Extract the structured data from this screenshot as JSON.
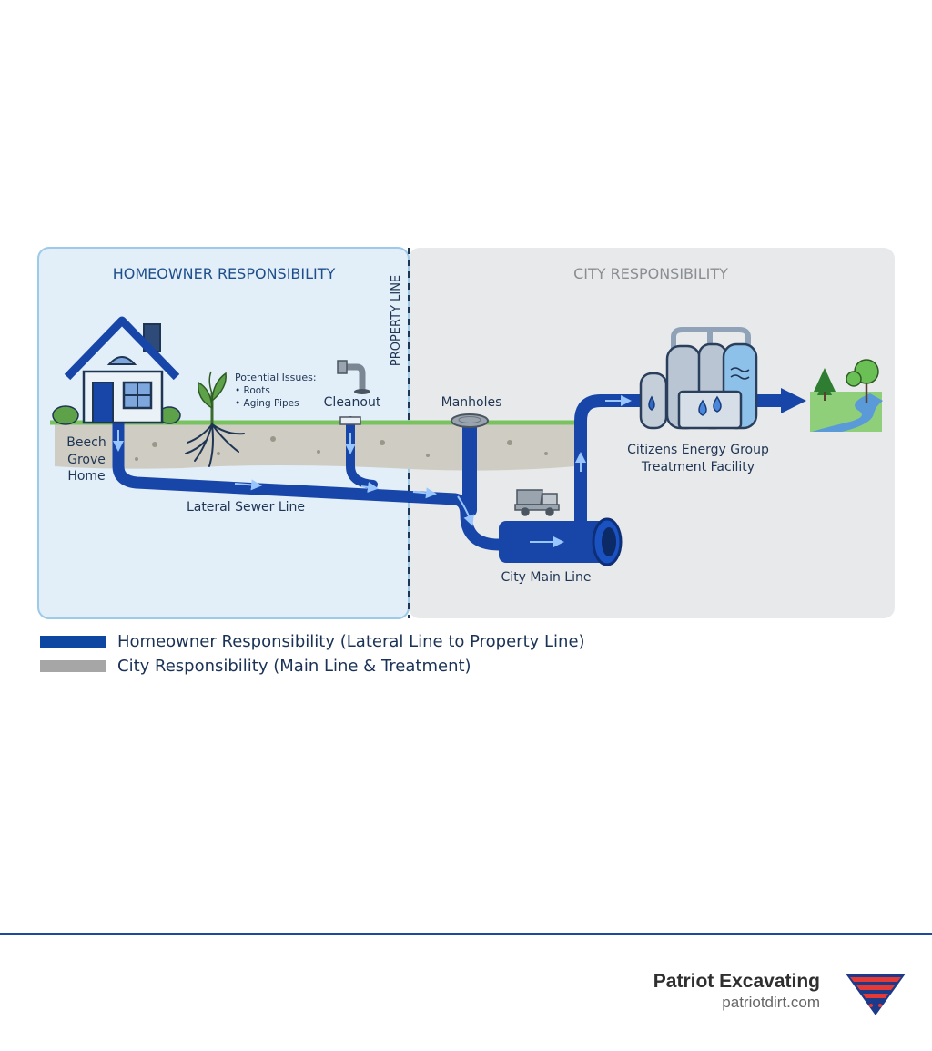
{
  "sections": {
    "homeowner_title": "HOMEOWNER RESPONSIBILITY",
    "city_title": "CITY RESPONSIBILITY",
    "property_line": "PROPERTY LINE"
  },
  "labels": {
    "home_line1": "Beech",
    "home_line2": "Grove",
    "home_line3": "Home",
    "issues_title": "Potential Issues:",
    "issue_roots": "• Roots",
    "issue_pipes": "• Aging Pipes",
    "cleanout": "Cleanout",
    "manholes": "Manholes",
    "lateral": "Lateral Sewer Line",
    "main_line": "City Main Line",
    "treatment_line1": "Citizens Energy Group",
    "treatment_line2": "Treatment Facility"
  },
  "legend": [
    {
      "label": "Homeowner Responsibility (Lateral Line to Property Line)",
      "color": "#0d47a1"
    },
    {
      "label": "City Responsibility (Main Line & Treatment)",
      "color": "#a6a6a6"
    }
  ],
  "brand": {
    "name": "Patriot Excavating",
    "url": "patriotdirt.com"
  },
  "colors": {
    "pipe": "#1746a8",
    "homeowner_bg": "#e2eef8",
    "city_bg": "#e8e9ea",
    "title_blue": "#1e4f8c",
    "title_gray": "#8a8d91",
    "grass": "#79c35f",
    "soil": "#cfcdc3",
    "footer_line": "#1b4aa0",
    "logo_red": "#e53935"
  },
  "icons": [
    "house-icon",
    "plant-roots-icon",
    "cleanout-pipe-icon",
    "manhole-cover-icon",
    "dump-truck-icon",
    "treatment-plant-icon",
    "river-landscape-icon",
    "patriot-logo-icon"
  ]
}
